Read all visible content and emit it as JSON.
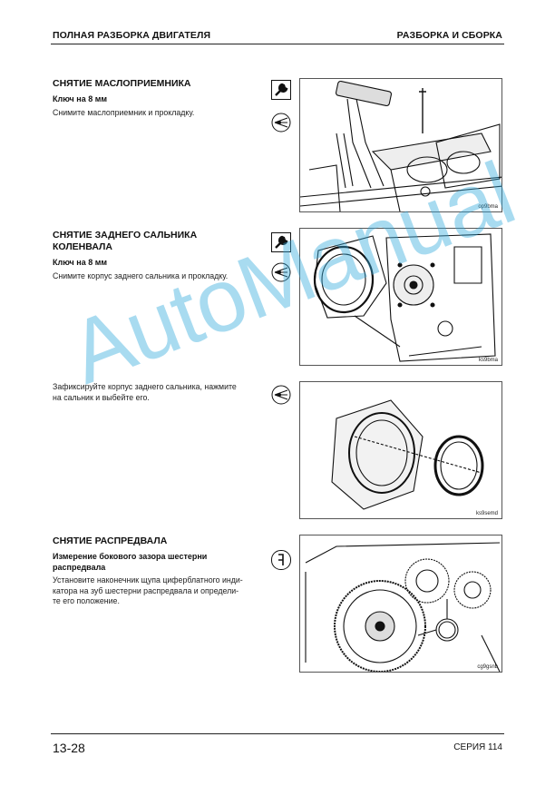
{
  "header": {
    "left": "ПОЛНАЯ РАЗБОРКА ДВИГАТЕЛЯ",
    "right": "РАЗБОРКА И СБОРКА"
  },
  "sections": [
    {
      "title": "СНЯТИЕ МАСЛОПРИЕМНИКА",
      "tool": "Ключ на 8 мм",
      "text": "Снимите маслоприемник и прокладку.",
      "figure_code": "op9bma",
      "icons": [
        "wrench-icon",
        "view-eye-icon"
      ]
    },
    {
      "title_line1": "СНЯТИЕ ЗАДНЕГО САЛЬНИКА",
      "title_line2": "КОЛЕНВАЛА",
      "tool": "Ключ на 8 мм",
      "text": "Снимите корпус заднего сальника и прокладку.",
      "figure_code": "ks9bma",
      "icons": [
        "wrench-icon",
        "view-eye-icon"
      ]
    },
    {
      "text_line1": "Зафиксируйте корпус заднего сальника, нажмите",
      "text_line2": "на сальник и выбейте его.",
      "figure_code": "ks9semd",
      "icons": [
        "view-eye-icon"
      ]
    },
    {
      "title": "СНЯТИЕ РАСПРЕДВАЛА",
      "subtitle_line1": "Измерение бокового зазора шестерни",
      "subtitle_line2": "распредвала",
      "text_line1": "Установите наконечник щупа циферблатного инди-",
      "text_line2": "катора на зуб шестерни распредвала и определи-",
      "text_line3": "те его положение.",
      "figure_code": "cg9gsnb",
      "icons": [
        "measure-icon"
      ]
    }
  ],
  "watermark": "AutoManual",
  "footer": {
    "page": "13-28",
    "series": "СЕРИЯ 114"
  }
}
